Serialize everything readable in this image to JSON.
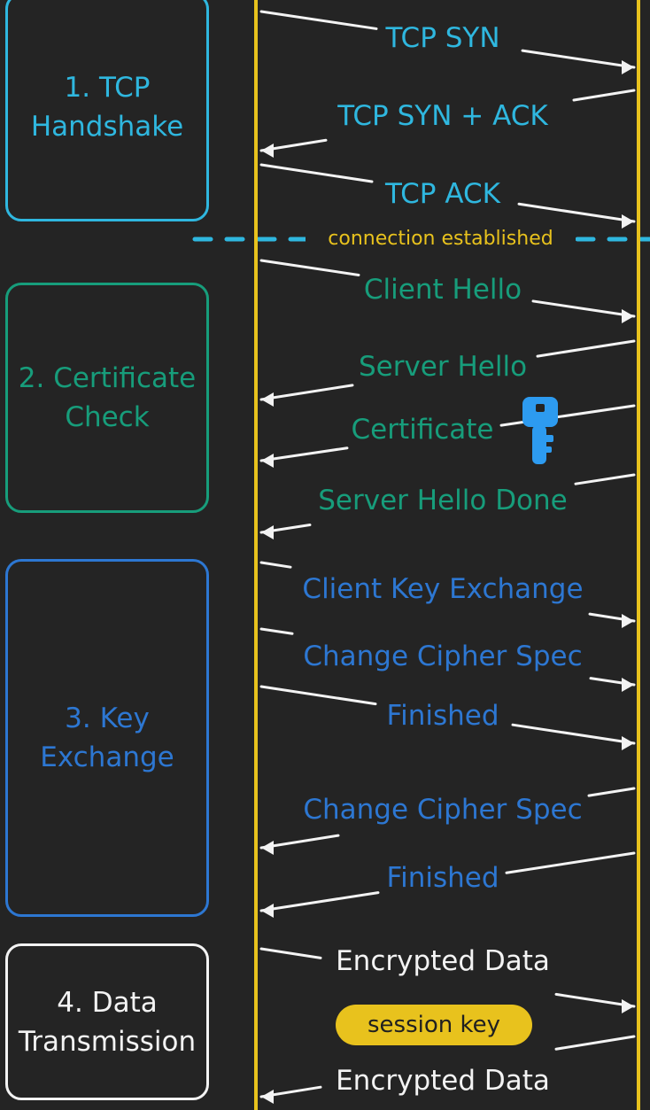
{
  "phases": [
    {
      "line1": "1. TCP",
      "line2": "Handshake",
      "color": "#2fb7df"
    },
    {
      "line1": "2. Certificate",
      "line2": "Check",
      "color": "#179d7b"
    },
    {
      "line1": "3. Key",
      "line2": "Exchange",
      "color": "#2d77d2"
    },
    {
      "line1": "4. Data",
      "line2": "Transmission",
      "color": "#f3f3f3"
    }
  ],
  "messages": [
    {
      "label": "TCP SYN",
      "direction": "to-server",
      "color": "#2fb7df"
    },
    {
      "label": "TCP SYN + ACK",
      "direction": "to-client",
      "color": "#2fb7df"
    },
    {
      "label": "TCP ACK",
      "direction": "to-server",
      "color": "#2fb7df"
    },
    {
      "label": "Client Hello",
      "direction": "to-server",
      "color": "#179d7b"
    },
    {
      "label": "Server Hello",
      "direction": "to-client",
      "color": "#179d7b"
    },
    {
      "label": "Certificate",
      "direction": "to-client",
      "color": "#179d7b"
    },
    {
      "label": "Server Hello Done",
      "direction": "to-client",
      "color": "#179d7b"
    },
    {
      "label": "Client Key Exchange",
      "direction": "to-server",
      "color": "#2d77d2"
    },
    {
      "label": "Change Cipher Spec",
      "direction": "to-server",
      "color": "#2d77d2"
    },
    {
      "label": "Finished",
      "direction": "to-server",
      "color": "#2d77d2"
    },
    {
      "label": "Change Cipher Spec",
      "direction": "to-client",
      "color": "#2d77d2"
    },
    {
      "label": "Finished",
      "direction": "to-client",
      "color": "#2d77d2"
    },
    {
      "label": "Encrypted Data",
      "direction": "to-server",
      "color": "#f3f3f3"
    },
    {
      "label": "Encrypted Data",
      "direction": "to-client",
      "color": "#f3f3f3"
    }
  ],
  "divider": {
    "label": "connection established",
    "line_color": "#2fb7df"
  },
  "session_key": {
    "label": "session key"
  },
  "icons": {
    "certificate": "key-icon"
  },
  "colors": {
    "background": "#242424",
    "lifeline": "#e8c21d",
    "tcp": "#2fb7df",
    "certificate": "#179d7b",
    "key_exchange": "#2d77d2",
    "data": "#f3f3f3",
    "arrow": "#f3f3f3"
  }
}
